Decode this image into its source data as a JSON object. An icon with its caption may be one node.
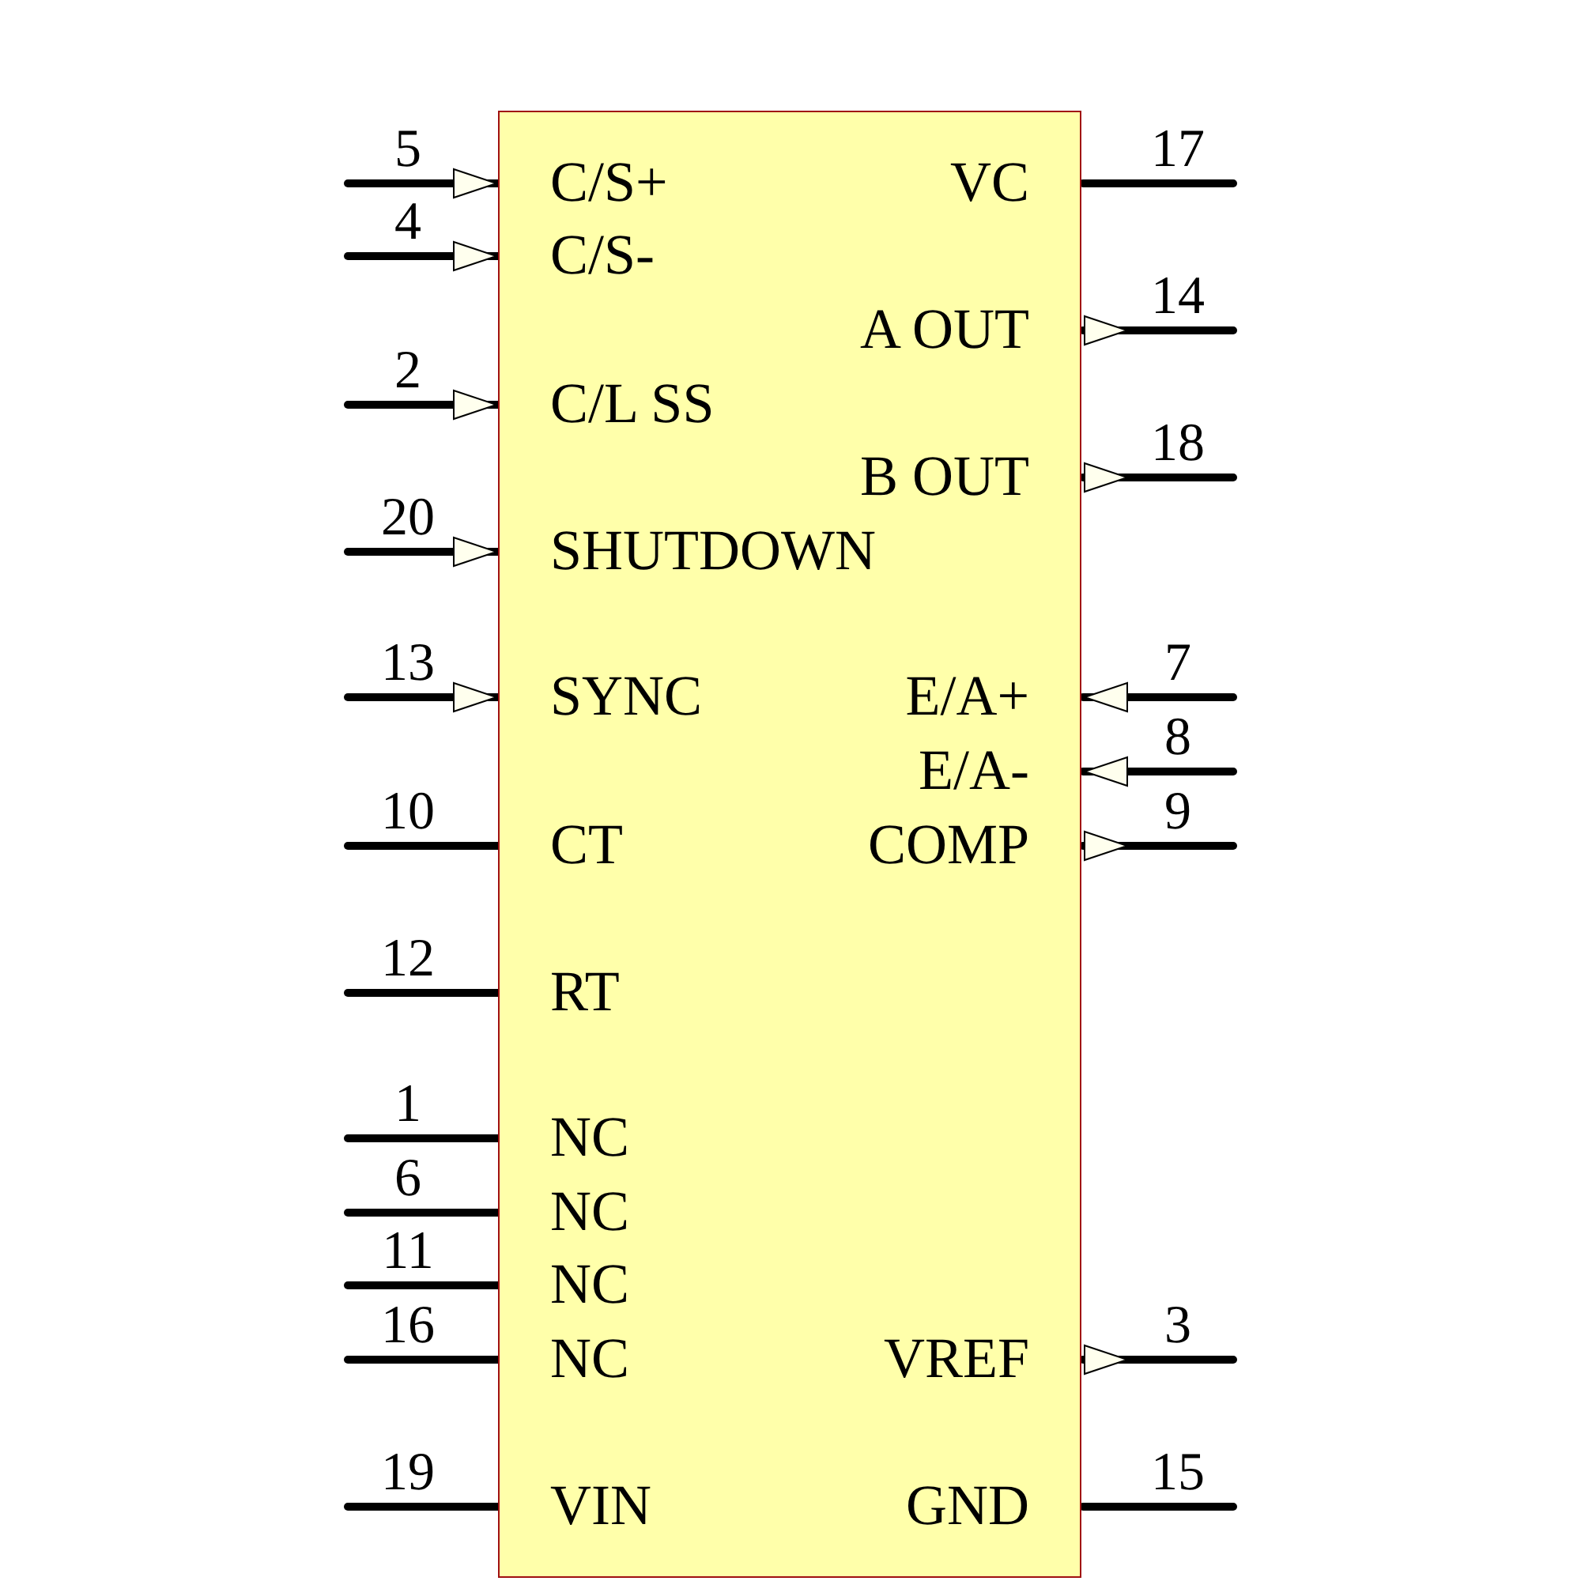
{
  "diagram": {
    "nodes": [
      {
        "text": [
          "C/S+",
          "VC",
          "C/S-",
          "A OUT",
          "C/L SS",
          "B OUT",
          "SHUTDOWN",
          "SYNC",
          "E/A+",
          "E/A-",
          "CT",
          "COMP",
          "RT",
          "NC",
          "NC",
          "NC",
          "NC",
          "VREF",
          "VIN",
          "GND"
        ]
      }
    ],
    "labels": [
      "5",
      "17",
      "4",
      "14",
      "2",
      "18",
      "20",
      "13",
      "7",
      "8",
      "10",
      "9",
      "12",
      "1",
      "6",
      "11",
      "16",
      "3",
      "19",
      "15"
    ]
  }
}
